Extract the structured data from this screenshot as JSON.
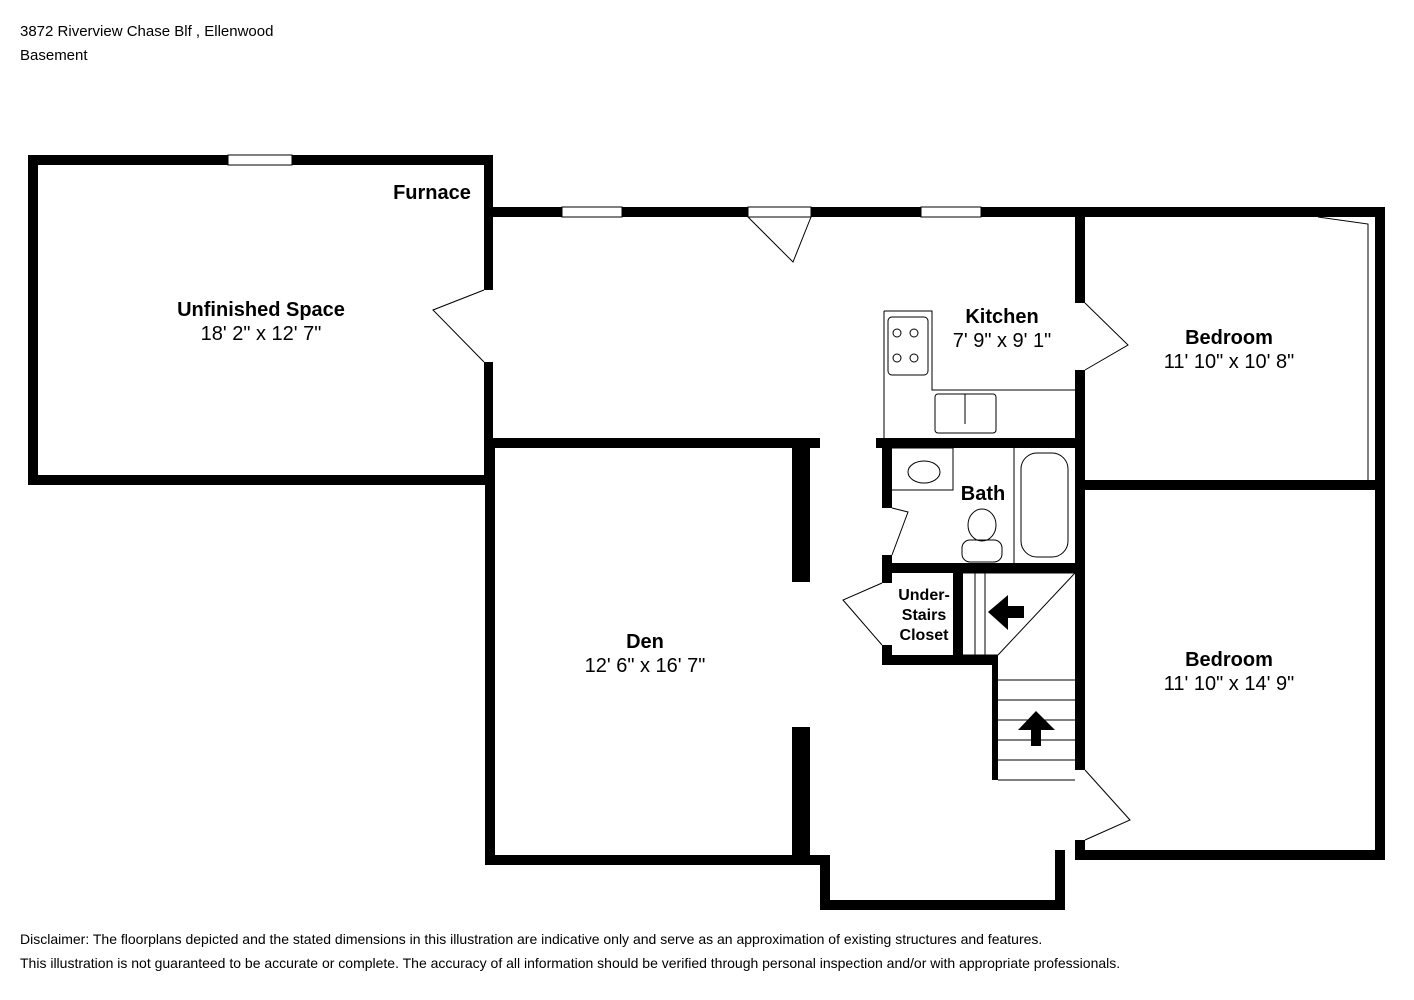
{
  "header": {
    "address": "3872 Riverview Chase Blf , Ellenwood",
    "level": "Basement"
  },
  "rooms": {
    "unfinished": {
      "name": "Unfinished Space",
      "dims": "18' 2\" x 12' 7\""
    },
    "furnace": {
      "name": "Furnace"
    },
    "kitchen": {
      "name": "Kitchen",
      "dims": "7' 9\" x 9' 1\""
    },
    "bedroom1": {
      "name": "Bedroom",
      "dims": "11' 10\" x 10' 8\""
    },
    "bath": {
      "name": "Bath"
    },
    "closet": {
      "name_lines": [
        "Under-",
        "Stairs",
        "Closet"
      ]
    },
    "den": {
      "name": "Den",
      "dims": "12' 6\" x 16' 7\""
    },
    "bedroom2": {
      "name": "Bedroom",
      "dims": "11' 10\" x 14' 9\""
    }
  },
  "disclaimer": {
    "line1": "Disclaimer: The floorplans depicted and the stated dimensions in this illustration are indicative only and serve as an approximation of existing structures and features.",
    "line2": "This illustration is not guaranteed to be accurate or complete. The accuracy of all information should be verified through personal inspection and/or with appropriate professionals."
  }
}
